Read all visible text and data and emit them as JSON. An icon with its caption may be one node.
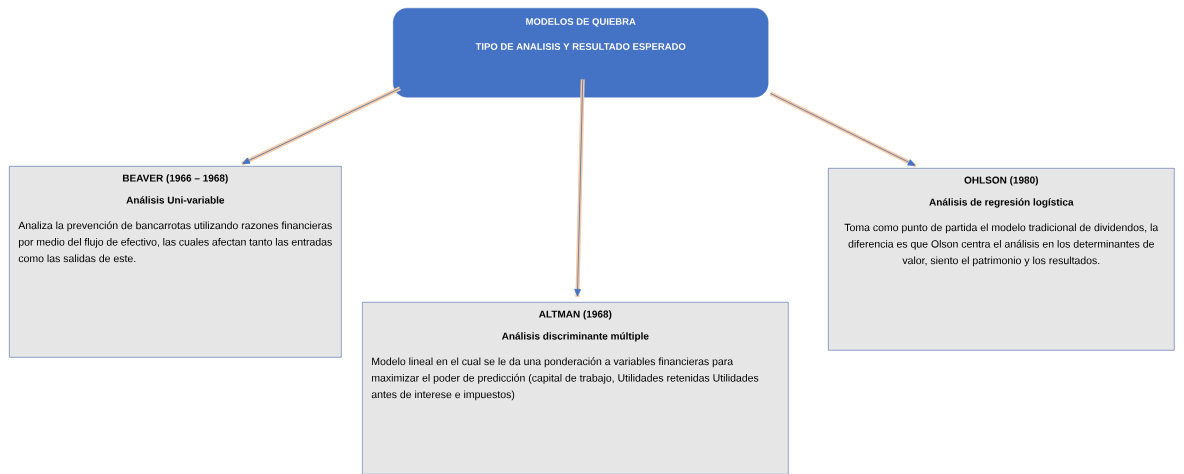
{
  "diagram": {
    "nodes": [
      {
        "text": [
          "MODELOS DE QUIEBRA",
          "TIPO DE ANALISIS Y RESULTADO ESPERADO"
        ]
      },
      {
        "text": [
          "BEAVER (1966 – 1968)",
          "Análisis Uni-variable",
          "Analiza la prevención de bancarrotas utilizando razones financieras por medio del flujo de efectivo, las cuales afectan tanto las entradas como las salidas de este."
        ]
      },
      {
        "text": [
          "ALTMAN (1968)",
          "Análisis discriminante múltiple",
          "Modelo lineal en el cual se le da una ponderación a variables financieras para maximizar el poder de predicción (capital de trabajo, Utilidades retenidas Utilidades antes de interese e impuestos)"
        ]
      },
      {
        "text": [
          "OHLSON (1980)",
          "Análisis de regresión logística",
          "Toma como punto de partida el modelo tradicional de dividendos, la diferencia es que Olson centra el análisis en los determinantes de valor, siento el patrimonio y los resultados."
        ]
      }
    ],
    "edges": [
      {
        "from": 0,
        "to": 1,
        "arrow": "to"
      },
      {
        "from": 0,
        "to": 2,
        "arrow": "to"
      },
      {
        "from": 0,
        "to": 3,
        "arrow": "to"
      }
    ]
  }
}
